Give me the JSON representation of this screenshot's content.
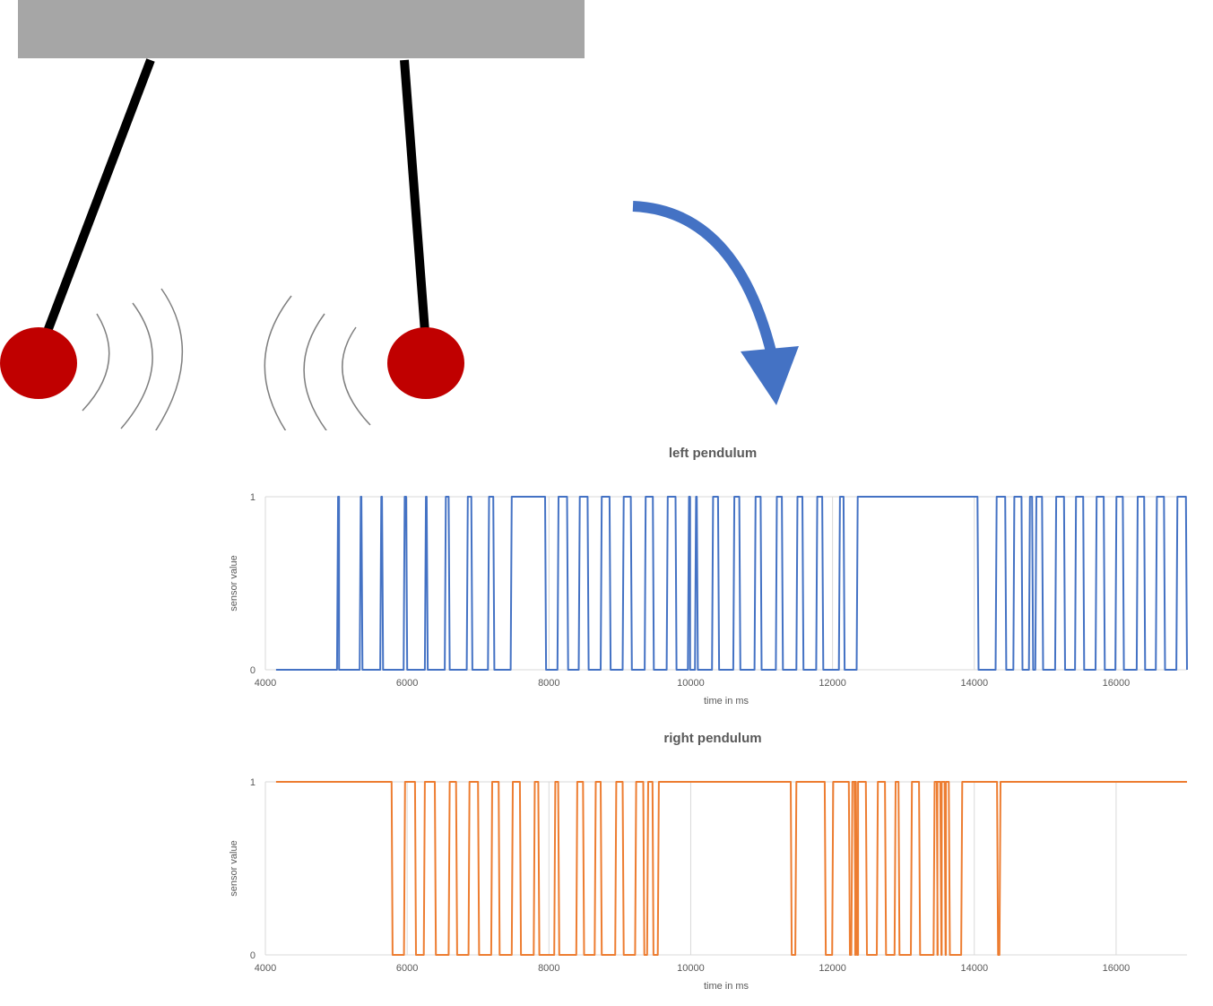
{
  "colors": {
    "ceiling": "#a6a6a6",
    "rod": "#000000",
    "bob": "#c00000",
    "wave": "#7f7f7f",
    "arrow": "#4472c4",
    "left_series": "#4472c4",
    "right_series": "#ed7d31",
    "gridline": "#d9d9d9",
    "axis_text": "#595959"
  },
  "icons": [
    "pendulum-left",
    "pendulum-right",
    "sound-wave-left",
    "sound-wave-right",
    "curved-arrow-icon"
  ],
  "chart_data": [
    {
      "type": "line",
      "title": "left pendulum",
      "xlabel": "time in ms",
      "ylabel": "sensor value",
      "xlim": [
        4000,
        17000
      ],
      "ylim": [
        0,
        1
      ],
      "xticks": [
        4000,
        6000,
        8000,
        10000,
        12000,
        14000,
        16000
      ],
      "yticks": [
        0,
        1
      ],
      "grid": "vertical",
      "series": [
        {
          "high_intervals": [
            [
              5010,
              5040
            ],
            [
              5330,
              5370
            ],
            [
              5620,
              5660
            ],
            [
              5950,
              6000
            ],
            [
              6250,
              6290
            ],
            [
              6530,
              6600
            ],
            [
              6840,
              6920
            ],
            [
              7140,
              7230
            ],
            [
              7460,
              7960
            ],
            [
              8120,
              8270
            ],
            [
              8420,
              8560
            ],
            [
              8730,
              8870
            ],
            [
              9040,
              9170
            ],
            [
              9350,
              9480
            ],
            [
              9660,
              9800
            ],
            [
              9960,
              9990
            ],
            [
              10060,
              10100
            ],
            [
              10300,
              10400
            ],
            [
              10600,
              10700
            ],
            [
              10900,
              11000
            ],
            [
              11200,
              11300
            ],
            [
              11490,
              11590
            ],
            [
              11770,
              11870
            ],
            [
              12090,
              12170
            ],
            [
              12340,
              14060
            ],
            [
              14300,
              14450
            ],
            [
              14550,
              14680
            ],
            [
              14770,
              14830
            ],
            [
              14860,
              14970
            ],
            [
              15140,
              15280
            ],
            [
              15420,
              15550
            ],
            [
              15710,
              15840
            ],
            [
              15990,
              16110
            ],
            [
              16290,
              16410
            ],
            [
              16560,
              16690
            ],
            [
              16850,
              17000
            ]
          ],
          "x_start": 4150,
          "x_end": 17000
        }
      ]
    },
    {
      "type": "line",
      "title": "right pendulum",
      "xlabel": "time in ms",
      "ylabel": "sensor value",
      "xlim": [
        4000,
        17000
      ],
      "ylim": [
        0,
        1
      ],
      "xticks": [
        4000,
        6000,
        8000,
        10000,
        12000,
        14000,
        16000
      ],
      "yticks": [
        0,
        1
      ],
      "grid": "vertical",
      "series": [
        {
          "low_intervals": [
            [
              5780,
              5970
            ],
            [
              6110,
              6250
            ],
            [
              6390,
              6600
            ],
            [
              6690,
              6880
            ],
            [
              7000,
              7200
            ],
            [
              7290,
              7490
            ],
            [
              7590,
              7800
            ],
            [
              7850,
              8090
            ],
            [
              8130,
              8400
            ],
            [
              8480,
              8660
            ],
            [
              8730,
              8950
            ],
            [
              9040,
              9230
            ],
            [
              9330,
              9400
            ],
            [
              9460,
              9550
            ],
            [
              11410,
              11490
            ],
            [
              11890,
              12010
            ],
            [
              12230,
              12280
            ],
            [
              12310,
              12320
            ],
            [
              12330,
              12360
            ],
            [
              12470,
              12640
            ],
            [
              12740,
              12890
            ],
            [
              12930,
              13120
            ],
            [
              13220,
              13440
            ],
            [
              13470,
              13480
            ],
            [
              13520,
              13540
            ],
            [
              13580,
              13600
            ],
            [
              13640,
              13830
            ],
            [
              14320,
              14370
            ]
          ],
          "x_start": 4150,
          "x_end": 17000
        }
      ]
    }
  ]
}
